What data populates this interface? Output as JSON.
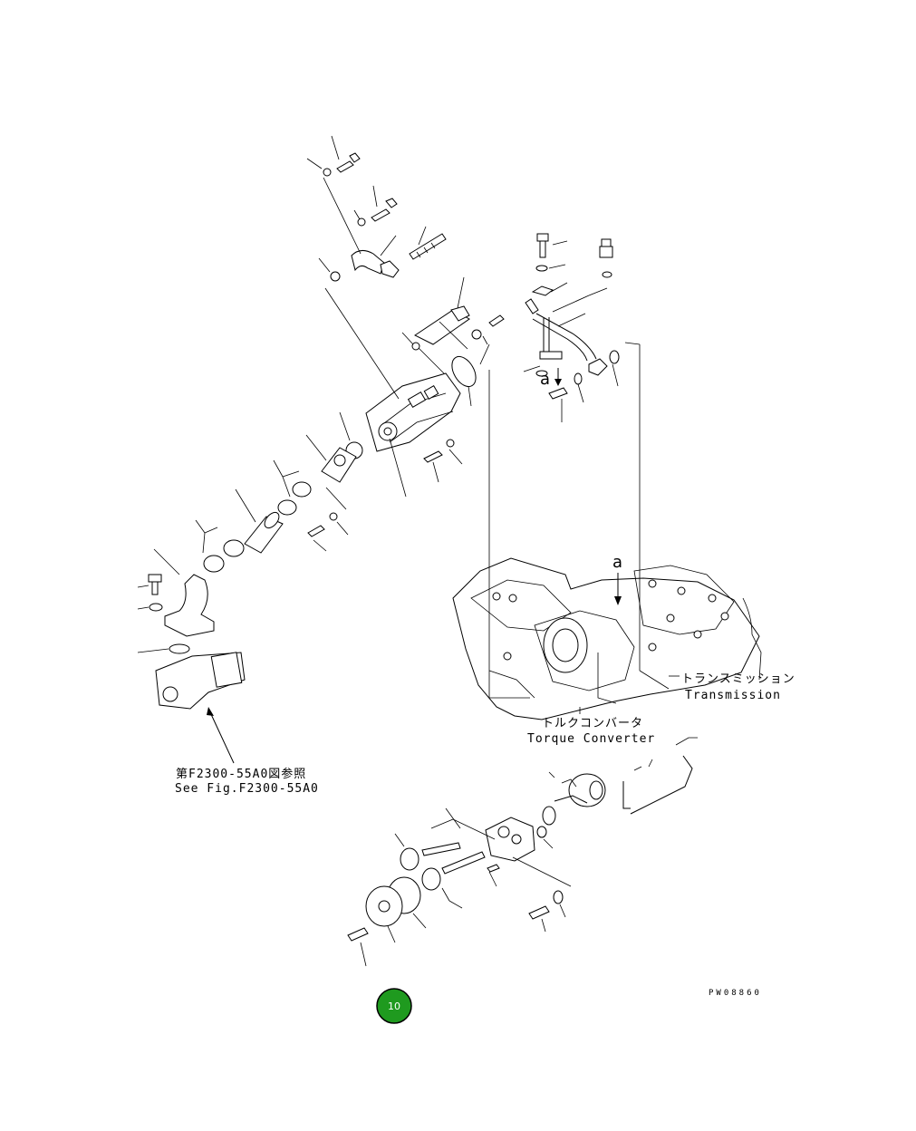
{
  "labels": {
    "transmission_jp": "トランスミッション",
    "transmission_en": "Transmission",
    "torque_converter_jp": "トルクコンバータ",
    "torque_converter_en": "Torque Converter",
    "see_fig_jp": "第F2300-55A0図参照",
    "see_fig_en": "See Fig.F2300-55A0",
    "ref_letter_a": "a",
    "ref_letter_a2": "a",
    "drawing_code": "PW08860"
  },
  "page_badge": {
    "number": "10",
    "color": "#1f9a1f"
  }
}
